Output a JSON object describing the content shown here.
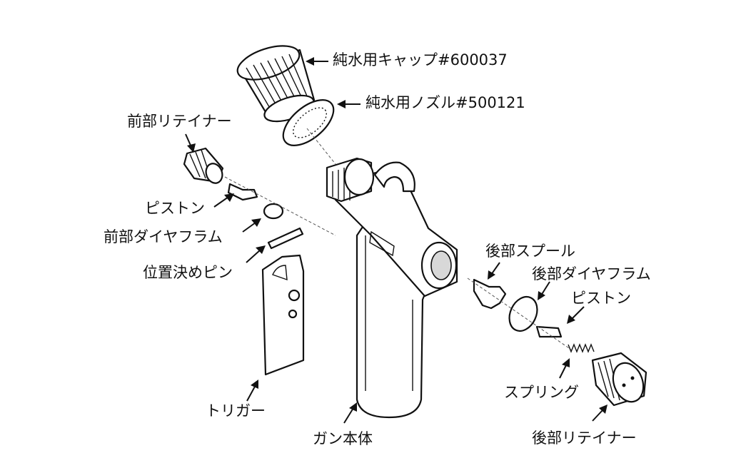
{
  "labels": {
    "cap": "純水用キャップ#600037",
    "nozzle": "純水用ノズル#500121",
    "front_retainer": "前部リテイナー",
    "front_piston": "ピストン",
    "front_diaphragm": "前部ダイヤフラム",
    "positioning_pin": "位置決めピン",
    "trigger": "トリガー",
    "gun_body": "ガン本体",
    "rear_spool": "後部スプール",
    "rear_diaphragm": "後部ダイヤフラム",
    "rear_piston": "ピストン",
    "spring": "スプリング",
    "rear_retainer": "後部リテイナー"
  }
}
